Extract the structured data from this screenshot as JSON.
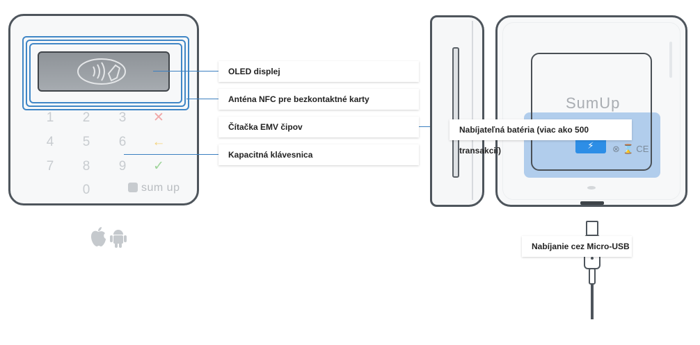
{
  "keypad": {
    "keys": [
      "1",
      "2",
      "3",
      "4",
      "5",
      "6",
      "7",
      "8",
      "9",
      "0"
    ],
    "cancel": "✕",
    "back": "←",
    "ok": "✓"
  },
  "front_brand": "sum up",
  "back_brand": "SumUp",
  "labels": {
    "oled": "OLED displej",
    "nfc": "Anténa NFC pre bezkontaktné karty",
    "emv": "Čítačka EMV čipov",
    "keyboard": "Kapacitná klávesnica",
    "battery": "Nabíjateľná batéria (viac ako 500 transakcií)",
    "usb": "Nabíjanie cez Micro-USB"
  },
  "colors": {
    "accent": "#3f86c6",
    "frame": "#4e555c",
    "cancel": "#f0a8a8",
    "back": "#f3d27a",
    "ok": "#9fd49a",
    "battery": "#2d8ee6"
  }
}
